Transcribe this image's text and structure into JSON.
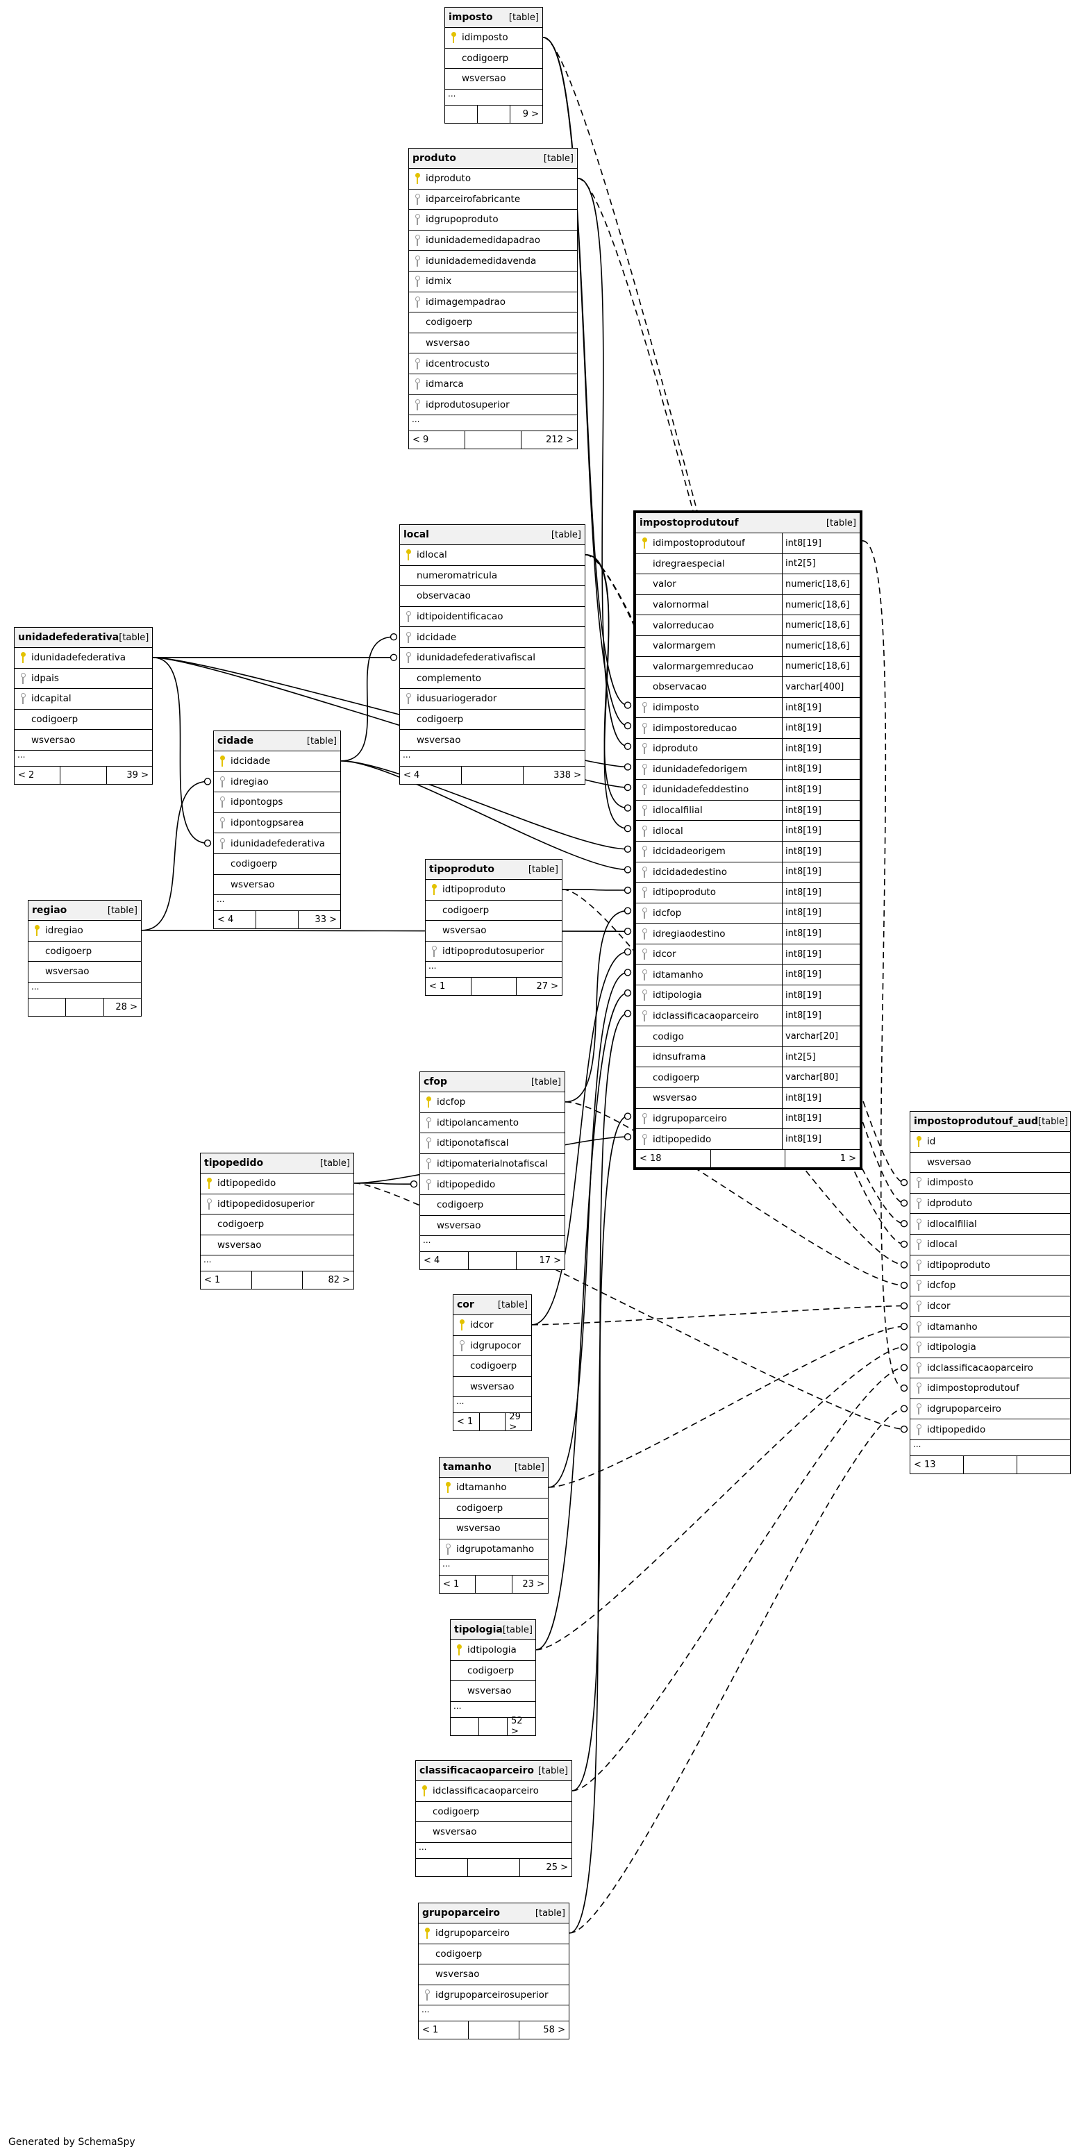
{
  "credit": "Generated by SchemaSpy",
  "tables": [
    {
      "id": "imposto",
      "name": "imposto",
      "type": "[table]",
      "columns": [
        {
          "name": "idimposto",
          "key": "pk"
        },
        {
          "name": "codigoerp",
          "key": ""
        },
        {
          "name": "wsversao",
          "key": ""
        }
      ],
      "more": "...",
      "footer": [
        "",
        "",
        "9 >"
      ]
    },
    {
      "id": "produto",
      "name": "produto",
      "type": "[table]",
      "columns": [
        {
          "name": "idproduto",
          "key": "pk"
        },
        {
          "name": "idparceirofabricante",
          "key": "fk"
        },
        {
          "name": "idgrupoproduto",
          "key": "fk"
        },
        {
          "name": "idunidademedidapadrao",
          "key": "fk"
        },
        {
          "name": "idunidademedidavenda",
          "key": "fk"
        },
        {
          "name": "idmix",
          "key": "fk"
        },
        {
          "name": "idimagempadrao",
          "key": "fk"
        },
        {
          "name": "codigoerp",
          "key": ""
        },
        {
          "name": "wsversao",
          "key": ""
        },
        {
          "name": "idcentrocusto",
          "key": "fk"
        },
        {
          "name": "idmarca",
          "key": "fk"
        },
        {
          "name": "idprodutosuperior",
          "key": "fk"
        }
      ],
      "more": "...",
      "footer": [
        "< 9",
        "",
        "212 >"
      ]
    },
    {
      "id": "local",
      "name": "local",
      "type": "[table]",
      "columns": [
        {
          "name": "idlocal",
          "key": "pk"
        },
        {
          "name": "numeromatricula",
          "key": ""
        },
        {
          "name": "observacao",
          "key": ""
        },
        {
          "name": "idtipoidentificacao",
          "key": "fk"
        },
        {
          "name": "idcidade",
          "key": "fk"
        },
        {
          "name": "idunidadefederativafiscal",
          "key": "fk"
        },
        {
          "name": "complemento",
          "key": ""
        },
        {
          "name": "idusuariogerador",
          "key": "fk"
        },
        {
          "name": "codigoerp",
          "key": ""
        },
        {
          "name": "wsversao",
          "key": ""
        }
      ],
      "more": "...",
      "footer": [
        "< 4",
        "",
        "338 >"
      ]
    },
    {
      "id": "unidadefederativa",
      "name": "unidadefederativa",
      "type": "[table]",
      "columns": [
        {
          "name": "idunidadefederativa",
          "key": "pk"
        },
        {
          "name": "idpais",
          "key": "fk"
        },
        {
          "name": "idcapital",
          "key": "fk"
        },
        {
          "name": "codigoerp",
          "key": ""
        },
        {
          "name": "wsversao",
          "key": ""
        }
      ],
      "more": "...",
      "footer": [
        "< 2",
        "",
        "39 >"
      ]
    },
    {
      "id": "cidade",
      "name": "cidade",
      "type": "[table]",
      "columns": [
        {
          "name": "idcidade",
          "key": "pk"
        },
        {
          "name": "idregiao",
          "key": "fk"
        },
        {
          "name": "idpontogps",
          "key": "fk"
        },
        {
          "name": "idpontogpsarea",
          "key": "fk"
        },
        {
          "name": "idunidadefederativa",
          "key": "fk"
        },
        {
          "name": "codigoerp",
          "key": ""
        },
        {
          "name": "wsversao",
          "key": ""
        }
      ],
      "more": "...",
      "footer": [
        "< 4",
        "",
        "33 >"
      ]
    },
    {
      "id": "regiao",
      "name": "regiao",
      "type": "[table]",
      "columns": [
        {
          "name": "idregiao",
          "key": "pk"
        },
        {
          "name": "codigoerp",
          "key": ""
        },
        {
          "name": "wsversao",
          "key": ""
        }
      ],
      "more": "...",
      "footer": [
        "",
        "",
        "28 >"
      ]
    },
    {
      "id": "tipoproduto",
      "name": "tipoproduto",
      "type": "[table]",
      "columns": [
        {
          "name": "idtipoproduto",
          "key": "pk"
        },
        {
          "name": "codigoerp",
          "key": ""
        },
        {
          "name": "wsversao",
          "key": ""
        },
        {
          "name": "idtipoprodutosuperior",
          "key": "fk"
        }
      ],
      "more": "...",
      "footer": [
        "< 1",
        "",
        "27 >"
      ]
    },
    {
      "id": "impostoprodutouf",
      "name": "impostoprodutouf",
      "type": "[table]",
      "main": true,
      "columns": [
        {
          "name": "idimpostoprodutouf",
          "key": "pk",
          "type": "int8[19]"
        },
        {
          "name": "idregraespecial",
          "key": "",
          "type": "int2[5]"
        },
        {
          "name": "valor",
          "key": "",
          "type": "numeric[18,6]"
        },
        {
          "name": "valornormal",
          "key": "",
          "type": "numeric[18,6]"
        },
        {
          "name": "valorreducao",
          "key": "",
          "type": "numeric[18,6]"
        },
        {
          "name": "valormargem",
          "key": "",
          "type": "numeric[18,6]"
        },
        {
          "name": "valormargemreducao",
          "key": "",
          "type": "numeric[18,6]"
        },
        {
          "name": "observacao",
          "key": "",
          "type": "varchar[400]"
        },
        {
          "name": "idimposto",
          "key": "fk",
          "type": "int8[19]"
        },
        {
          "name": "idimpostoreducao",
          "key": "fk",
          "type": "int8[19]"
        },
        {
          "name": "idproduto",
          "key": "fk",
          "type": "int8[19]"
        },
        {
          "name": "idunidadefedorigem",
          "key": "fk",
          "type": "int8[19]"
        },
        {
          "name": "idunidadefeddestino",
          "key": "fk",
          "type": "int8[19]"
        },
        {
          "name": "idlocalfilial",
          "key": "fk",
          "type": "int8[19]"
        },
        {
          "name": "idlocal",
          "key": "fk",
          "type": "int8[19]"
        },
        {
          "name": "idcidadeorigem",
          "key": "fk",
          "type": "int8[19]"
        },
        {
          "name": "idcidadedestino",
          "key": "fk",
          "type": "int8[19]"
        },
        {
          "name": "idtipoproduto",
          "key": "fk",
          "type": "int8[19]"
        },
        {
          "name": "idcfop",
          "key": "fk",
          "type": "int8[19]"
        },
        {
          "name": "idregiaodestino",
          "key": "fk",
          "type": "int8[19]"
        },
        {
          "name": "idcor",
          "key": "fk",
          "type": "int8[19]"
        },
        {
          "name": "idtamanho",
          "key": "fk",
          "type": "int8[19]"
        },
        {
          "name": "idtipologia",
          "key": "fk",
          "type": "int8[19]"
        },
        {
          "name": "idclassificacaoparceiro",
          "key": "fk",
          "type": "int8[19]"
        },
        {
          "name": "codigo",
          "key": "",
          "type": "varchar[20]"
        },
        {
          "name": "idnsuframa",
          "key": "",
          "type": "int2[5]"
        },
        {
          "name": "codigoerp",
          "key": "",
          "type": "varchar[80]"
        },
        {
          "name": "wsversao",
          "key": "",
          "type": "int8[19]"
        },
        {
          "name": "idgrupoparceiro",
          "key": "fk",
          "type": "int8[19]"
        },
        {
          "name": "idtipopedido",
          "key": "fk",
          "type": "int8[19]"
        }
      ],
      "more": "",
      "footer": [
        "< 18",
        "",
        "1 >"
      ]
    },
    {
      "id": "impostoprodutouf_aud",
      "name": "impostoprodutouf_aud",
      "type": "[table]",
      "columns": [
        {
          "name": "id",
          "key": "pk"
        },
        {
          "name": "wsversao",
          "key": ""
        },
        {
          "name": "idimposto",
          "key": "fk"
        },
        {
          "name": "idproduto",
          "key": "fk"
        },
        {
          "name": "idlocalfilial",
          "key": "fk"
        },
        {
          "name": "idlocal",
          "key": "fk"
        },
        {
          "name": "idtipoproduto",
          "key": "fk"
        },
        {
          "name": "idcfop",
          "key": "fk"
        },
        {
          "name": "idcor",
          "key": "fk"
        },
        {
          "name": "idtamanho",
          "key": "fk"
        },
        {
          "name": "idtipologia",
          "key": "fk"
        },
        {
          "name": "idclassificacaoparceiro",
          "key": "fk"
        },
        {
          "name": "idimpostoprodutouf",
          "key": "fk"
        },
        {
          "name": "idgrupoparceiro",
          "key": "fk"
        },
        {
          "name": "idtipopedido",
          "key": "fk"
        }
      ],
      "more": "...",
      "footer": [
        "< 13",
        "",
        ""
      ]
    },
    {
      "id": "cfop",
      "name": "cfop",
      "type": "[table]",
      "columns": [
        {
          "name": "idcfop",
          "key": "pk"
        },
        {
          "name": "idtipolancamento",
          "key": "fk"
        },
        {
          "name": "idtiponotafiscal",
          "key": "fk"
        },
        {
          "name": "idtipomaterialnotafiscal",
          "key": "fk"
        },
        {
          "name": "idtipopedido",
          "key": "fk"
        },
        {
          "name": "codigoerp",
          "key": ""
        },
        {
          "name": "wsversao",
          "key": ""
        }
      ],
      "more": "...",
      "footer": [
        "< 4",
        "",
        "17 >"
      ]
    },
    {
      "id": "tipopedido",
      "name": "tipopedido",
      "type": "[table]",
      "columns": [
        {
          "name": "idtipopedido",
          "key": "pk"
        },
        {
          "name": "idtipopedidosuperior",
          "key": "fk"
        },
        {
          "name": "codigoerp",
          "key": ""
        },
        {
          "name": "wsversao",
          "key": ""
        }
      ],
      "more": "...",
      "footer": [
        "< 1",
        "",
        "82 >"
      ]
    },
    {
      "id": "cor",
      "name": "cor",
      "type": "[table]",
      "columns": [
        {
          "name": "idcor",
          "key": "pk"
        },
        {
          "name": "idgrupocor",
          "key": "fk"
        },
        {
          "name": "codigoerp",
          "key": ""
        },
        {
          "name": "wsversao",
          "key": ""
        }
      ],
      "more": "...",
      "footer": [
        "< 1",
        "",
        "29 >"
      ]
    },
    {
      "id": "tamanho",
      "name": "tamanho",
      "type": "[table]",
      "columns": [
        {
          "name": "idtamanho",
          "key": "pk"
        },
        {
          "name": "codigoerp",
          "key": ""
        },
        {
          "name": "wsversao",
          "key": ""
        },
        {
          "name": "idgrupotamanho",
          "key": "fk"
        }
      ],
      "more": "...",
      "footer": [
        "< 1",
        "",
        "23 >"
      ]
    },
    {
      "id": "tipologia",
      "name": "tipologia",
      "type": "[table]",
      "columns": [
        {
          "name": "idtipologia",
          "key": "pk"
        },
        {
          "name": "codigoerp",
          "key": ""
        },
        {
          "name": "wsversao",
          "key": ""
        }
      ],
      "more": "...",
      "footer": [
        "",
        "",
        "52 >"
      ]
    },
    {
      "id": "classificacaoparceiro",
      "name": "classificacaoparceiro",
      "type": "[table]",
      "columns": [
        {
          "name": "idclassificacaoparceiro",
          "key": "pk"
        },
        {
          "name": "codigoerp",
          "key": ""
        },
        {
          "name": "wsversao",
          "key": ""
        }
      ],
      "more": "...",
      "footer": [
        "",
        "",
        "25 >"
      ]
    },
    {
      "id": "grupoparceiro",
      "name": "grupoparceiro",
      "type": "[table]",
      "columns": [
        {
          "name": "idgrupoparceiro",
          "key": "pk"
        },
        {
          "name": "codigoerp",
          "key": ""
        },
        {
          "name": "wsversao",
          "key": ""
        },
        {
          "name": "idgrupoparceirosuperior",
          "key": "fk"
        }
      ],
      "more": "...",
      "footer": [
        "< 1",
        "",
        "58 >"
      ]
    }
  ]
}
